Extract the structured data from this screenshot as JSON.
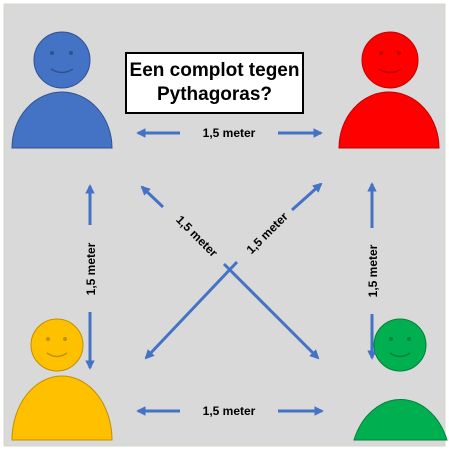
{
  "title": {
    "line1": "Een complot tegen",
    "line2": "Pythagoras?"
  },
  "labels": {
    "top": "1,5 meter",
    "bottom": "1,5 meter",
    "left": "1,5 meter",
    "right": "1,5 meter",
    "diagonal_down": "1,5 meter",
    "diagonal_up": "1,5 meter"
  },
  "people": [
    {
      "name": "top-left",
      "color": "#4472c4"
    },
    {
      "name": "top-right",
      "color": "#ff0000"
    },
    {
      "name": "bottom-left",
      "color": "#ffc000"
    },
    {
      "name": "bottom-right",
      "color": "#00b050"
    }
  ],
  "colors": {
    "background": "#d9d9d9",
    "arrow": "#4472c4"
  }
}
